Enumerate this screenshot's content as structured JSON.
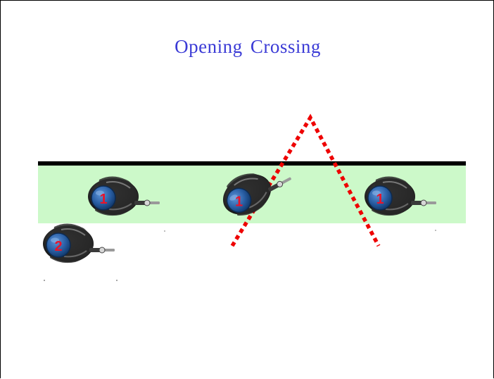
{
  "slide": {
    "title": "Opening  Crossing"
  },
  "colors": {
    "title": "#3b3bd6",
    "lane": "#ccf9c9",
    "wall": "#000000",
    "dashed_path": "#ee0000",
    "helmet": "#2a5fa5",
    "number": "#e8142a",
    "body": "#1c1c1c"
  },
  "robots": [
    {
      "label": "1",
      "row": "lane"
    },
    {
      "label": "1",
      "row": "lane"
    },
    {
      "label": "1",
      "row": "lane"
    },
    {
      "label": "2",
      "row": "below-lane"
    }
  ]
}
